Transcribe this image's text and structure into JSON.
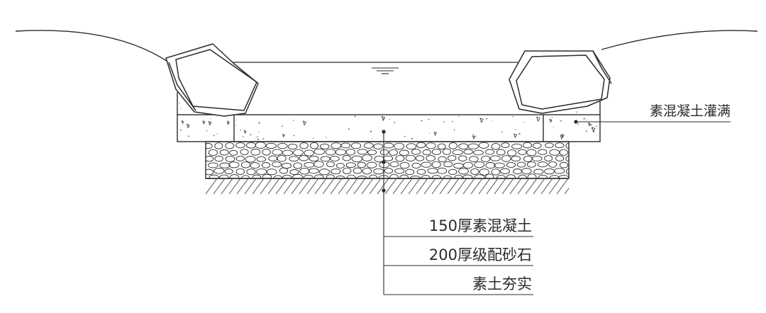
{
  "labels": {
    "fill_concrete": "素混凝土灌满",
    "concrete_layer": "150厚素混凝土",
    "gravel_layer": "200厚级配砂石",
    "soil_layer": "素土夯实"
  },
  "colors": {
    "line": "#2b2b2b",
    "hatch": "#555555",
    "background": "#ffffff"
  }
}
